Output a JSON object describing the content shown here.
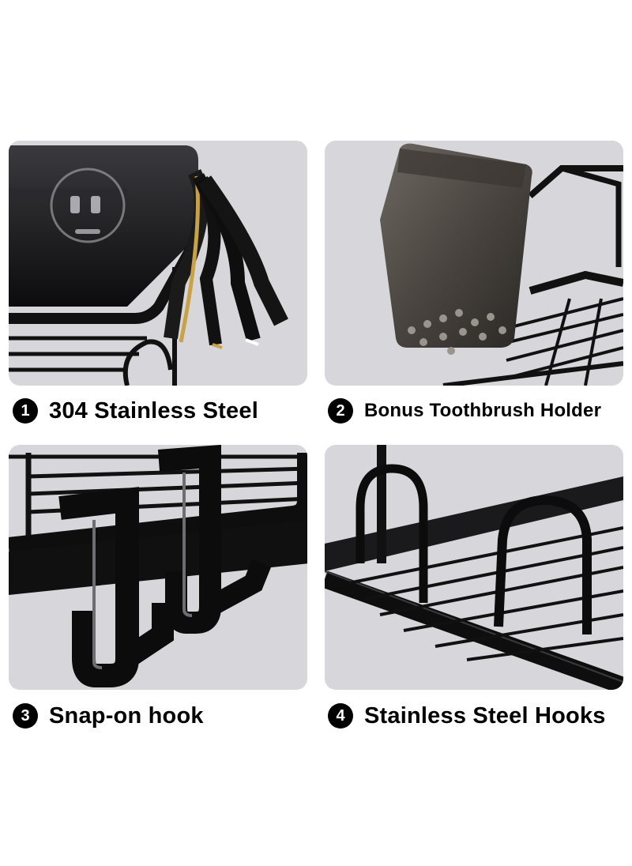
{
  "features": [
    {
      "number": "1",
      "label": "304 Stainless Steel",
      "icon": "layered-steel-edge-icon"
    },
    {
      "number": "2",
      "label": "Bonus Toothbrush Holder",
      "icon": "toothbrush-cup-icon"
    },
    {
      "number": "3",
      "label": "Snap-on hook",
      "icon": "snap-on-hook-icon"
    },
    {
      "number": "4",
      "label": "Stainless Steel Hooks",
      "icon": "wire-hooks-icon"
    }
  ],
  "colors": {
    "panel_bg": "#d7d7db",
    "rack_black": "#141414",
    "badge": "#000000",
    "gold": "#c9a246"
  }
}
